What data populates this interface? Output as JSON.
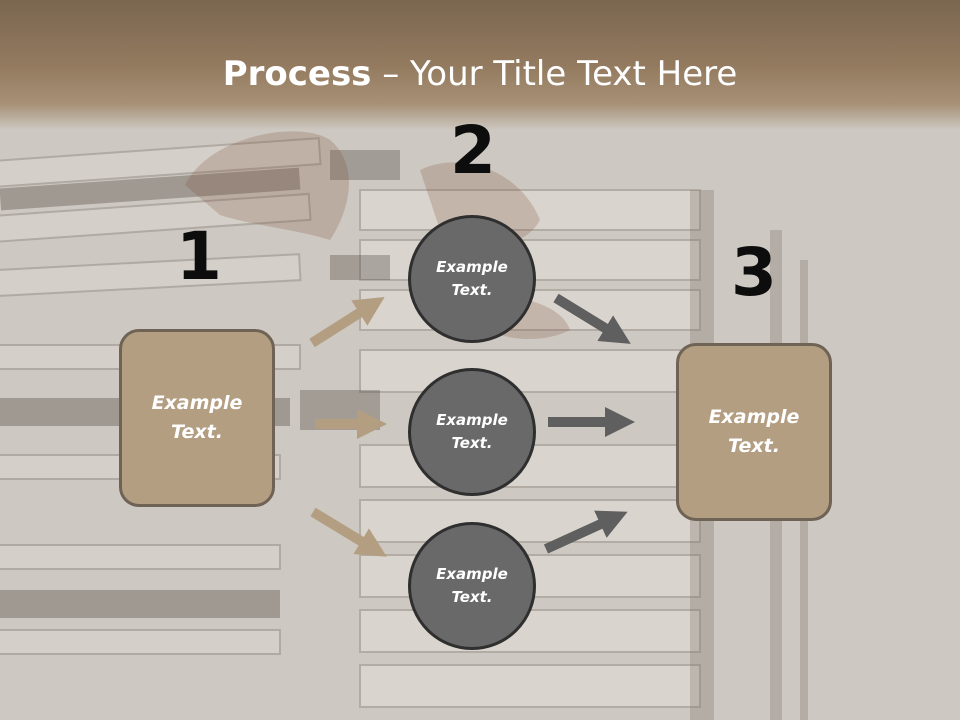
{
  "title": {
    "bold": "Process",
    "rest": " – Your Title Text Here"
  },
  "steps": [
    {
      "number": "1",
      "box": {
        "line1": "Example",
        "line2": "Text."
      }
    },
    {
      "number": "2",
      "circles": [
        {
          "line1": "Example",
          "line2": "Text."
        },
        {
          "line1": "Example",
          "line2": "Text."
        },
        {
          "line1": "Example",
          "line2": "Text."
        }
      ]
    },
    {
      "number": "3",
      "box": {
        "line1": "Example",
        "line2": "Text."
      }
    }
  ],
  "colors": {
    "box_fill": "#b39e82",
    "box_border": "#6f6356",
    "circle_fill": "#696969",
    "circle_border": "#2f2f2f",
    "tan_arrow": "#b39e82",
    "gray_arrow": "#5f5f5f",
    "title_band": "#8a735a"
  }
}
